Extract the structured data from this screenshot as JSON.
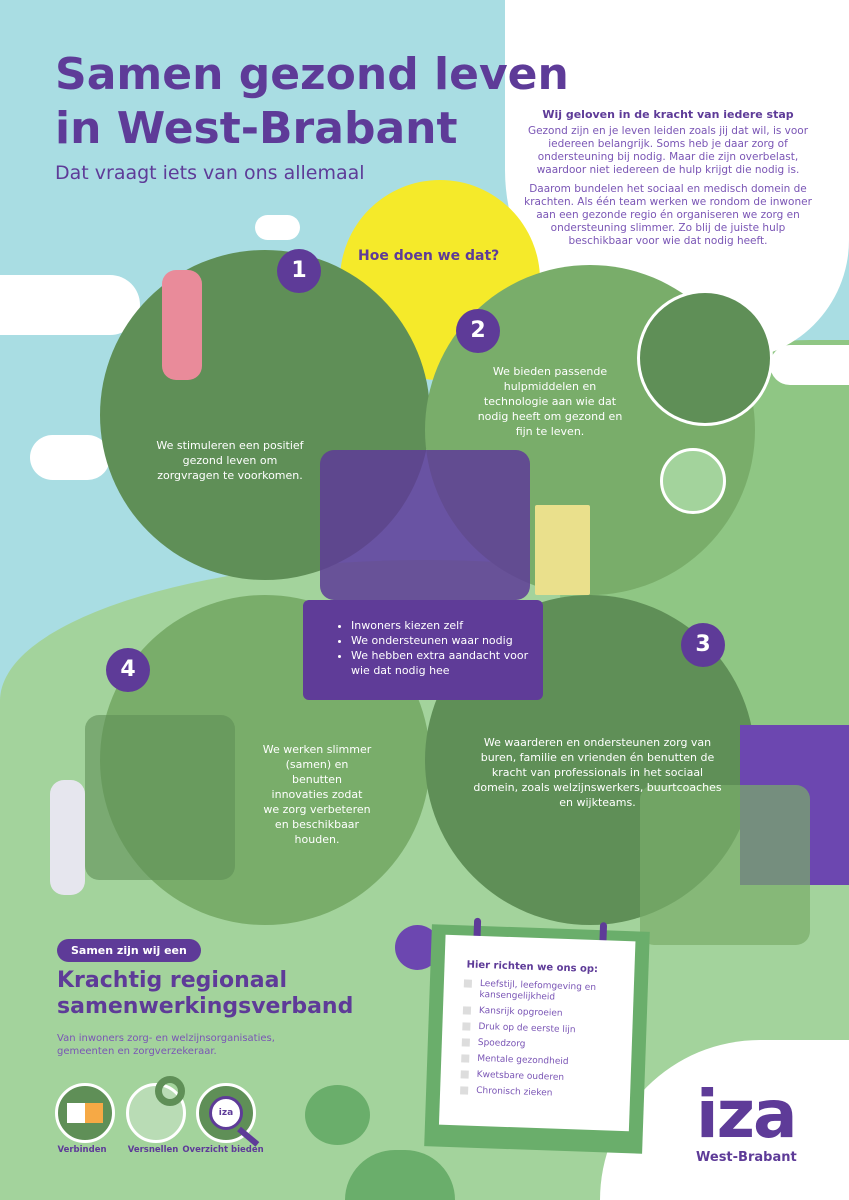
{
  "header": {
    "title_line1": "Samen gezond leven",
    "title_line2": "in West-Brabant",
    "subtitle": "Dat vraagt iets van ons allemaal"
  },
  "intro": {
    "heading": "Wij geloven in de kracht van iedere stap",
    "paragraph1": "Gezond zijn en je leven leiden zoals jij dat wil, is voor iedereen belangrijk. Soms heb je daar zorg of ondersteuning bij nodig. Maar die zijn overbelast, waardoor niet iedereen de hulp krijgt die nodig is.",
    "paragraph2": "Daarom bundelen het sociaal en medisch domein de krachten. Als één team werken we rondom de inwoner aan een gezonde regio én organiseren we zorg en ondersteuning slimmer. Zo blij  de juiste hulp beschikbaar voor wie dat nodig heeft."
  },
  "how": {
    "heading": "Hoe doen we dat?",
    "steps": [
      {
        "number": "1",
        "text": "We stimuleren een positief gezond leven om zorgvragen te voorkomen."
      },
      {
        "number": "2",
        "text": "We bieden passende hulpmiddelen en technologie aan wie dat nodig heeft om gezond en fijn te leven."
      },
      {
        "number": "3",
        "text": "We waarderen en ondersteunen zorg van buren, familie en vrienden én benutten de kracht van professionals in het sociaal domein, zoals welzijnswerkers, buurtcoaches en wijkteams."
      },
      {
        "number": "4",
        "text": "We werken slimmer (samen) en benutten innovaties zodat we zorg verbeteren en beschikbaar houden."
      }
    ]
  },
  "principles": [
    "Inwoners kiezen zelf",
    "We ondersteunen waar nodig",
    "We hebben extra aandacht voor wie dat nodig hee"
  ],
  "together": {
    "badge": "Samen zijn wij een",
    "heading_line1": "Krachtig regionaal",
    "heading_line2": "samenwerkingsverband",
    "description": "Van inwoners  zorg- en welzijnsorganisaties, gemeenten en zorgverzekeraar.",
    "icons": [
      {
        "icon": "puzzle-icon",
        "label": "Verbinden"
      },
      {
        "icon": "gears-icon",
        "label": "Versnellen"
      },
      {
        "icon": "magnifier-icon",
        "label": "Overzicht bieden",
        "logo_text": "iza"
      }
    ]
  },
  "focus": {
    "heading": "Hier richten we ons op:",
    "items": [
      "Leefstijl, leefomgeving en kansengelijkheid",
      "Kansrijk opgroeien",
      "Druk op de eerste lijn",
      "Spoedzorg",
      "Mentale gezondheid",
      "Kwetsbare ouderen",
      "Chronisch zieken"
    ]
  },
  "logo": {
    "name": "iza",
    "region": "West-Brabant"
  },
  "colors": {
    "purple": "#5e3b98",
    "sky": "#a9dde3",
    "dark_green": "#5f8f57",
    "mid_green": "#79ad6a",
    "light_green": "#a3d39c",
    "yellow": "#f5ea2a"
  }
}
